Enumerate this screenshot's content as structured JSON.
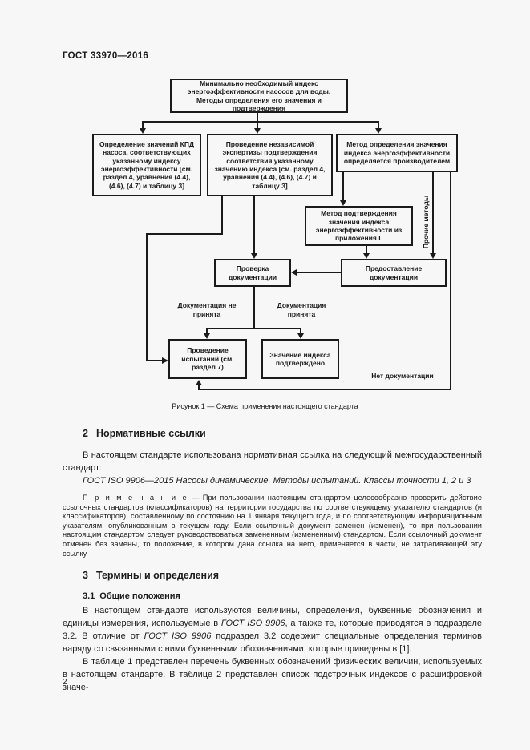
{
  "page": {
    "header": "ГОСТ 33970—2016",
    "page_number": "2"
  },
  "figure": {
    "caption": "Рисунок 1 — Схема применения настоящего стандарта",
    "nodes": {
      "root": "Минимально необходимый индекс энергоэффективности насосов для воды. Методы определения его значения и подтверждения",
      "kpd": "Определение значений КПД насоса, соответствующих указанному индексу энергоэффективности [см. раздел 4, уравнения (4.4), (4.6), (4.7) и таблицу 3]",
      "expertise": "Проведение независимой экспертизы подтверждения соответствия указанному значению индекса [см. раздел 4, уравнения (4.4), (4.6), (4.7) и таблицу 3]",
      "method_determine": "Метод определения значения индекса энергоэффективности определяется производителем",
      "method_confirm": "Метод подтверждения значения индекса энергоэффективности из приложения Г",
      "check_docs": "Проверка документации",
      "provide_docs": "Предоставление документации",
      "testing": "Проведение испытаний (см. раздел 7)",
      "index_confirmed": "Значение индекса подтверждено"
    },
    "edge_labels": {
      "docs_rejected": "Документация не принята",
      "docs_accepted": "Документация принята",
      "other_methods": "Прочие методы",
      "no_docs": "Нет документации"
    }
  },
  "section2": {
    "number": "2",
    "title": "Нормативные ссылки",
    "intro": "В настоящем стандарте использована нормативная ссылка на следующий межгосударственный стандарт:",
    "reference": {
      "designation": "ГОСТ ISO 9906—2015",
      "title": " Насосы динамические. Методы испытаний. Классы точности 1, 2 и 3"
    },
    "note": {
      "label": "П р и м е ч а н и е",
      "text": " — При пользовании настоящим стандартом целесообразно проверить действие ссылочных стандартов (классификаторов) на территории государства по соответствующему указателю стандартов (и классификаторов), составленному по состоянию на 1 января текущего года, и по соответствующим информационным указателям, опубликованным в текущем году. Если ссылочный документ заменен (изменен), то при пользовании настоящим стандартом следует руководствоваться замененным (измененным) стандартом. Если ссылочный документ отменен без замены, то положение, в котором дана ссылка на него, применяется в части, не затрагивающей эту ссылку."
    }
  },
  "section3": {
    "number": "3",
    "title": "Термины и определения",
    "sub": {
      "number": "3.1",
      "title": "Общие положения"
    },
    "p1": {
      "t1": "В настоящем стандарте используются величины, определения, буквенные обозначения и единицы измерения, используемые в ",
      "i1": "ГОСТ ISO 9906",
      "t2": ", а также те, которые приводятся в подразделе 3.2. В отличие от ",
      "i2": "ГОСТ ISO 9906",
      "t3": " подраздел 3.2 содержит специальные определения терминов наряду со связанными с ними буквенными обозначениями, которые приведены в [1]."
    },
    "p2": "В таблице 1 представлен перечень буквенных обозначений физических величин, используемых в настоящем стандарте. В таблице 2 представлен список подстрочных индексов с расшифровкой значе-"
  }
}
